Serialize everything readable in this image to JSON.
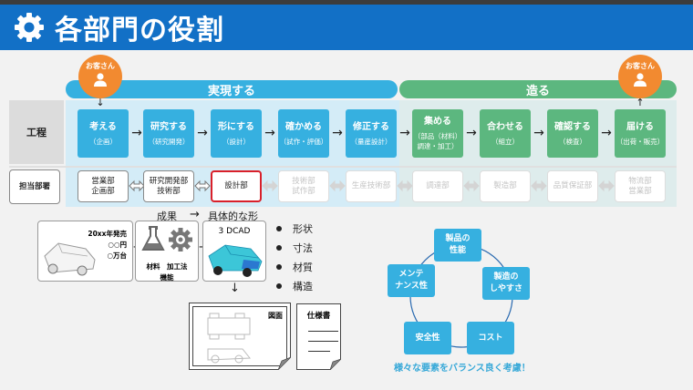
{
  "header": {
    "title": "各部門の役割",
    "icon": "gear-icon"
  },
  "phases": [
    {
      "label": "実現する",
      "color": "#36b0e0"
    },
    {
      "label": "造る",
      "color": "#5cb77f"
    }
  ],
  "row_labels": {
    "process": "工程",
    "departments": "担当部署"
  },
  "customer": {
    "label": "お客さん",
    "icon": "person-icon",
    "color": "#f28a30"
  },
  "steps": [
    {
      "title": "考える",
      "sub": "（企画）"
    },
    {
      "title": "研究する",
      "sub": "（研究開発）"
    },
    {
      "title": "形にする",
      "sub": "（設計）"
    },
    {
      "title": "確かめる",
      "sub": "（試作・評価）"
    },
    {
      "title": "修正する",
      "sub": "（量産設計）"
    },
    {
      "title": "集める",
      "sub": "（部品（材料）\n調達・加工）"
    },
    {
      "title": "合わせる",
      "sub": "（組立）"
    },
    {
      "title": "確認する",
      "sub": "（検査）"
    },
    {
      "title": "届ける",
      "sub": "（出荷・販売）"
    }
  ],
  "departments": [
    {
      "label": "営業部\n企画部",
      "state": "normal"
    },
    {
      "label": "研究開発部\n技術部",
      "state": "normal"
    },
    {
      "label": "設計部",
      "state": "active"
    },
    {
      "label": "技術部\n試作部",
      "state": "faded"
    },
    {
      "label": "生産技術部",
      "state": "faded"
    },
    {
      "label": "調達部",
      "state": "faded"
    },
    {
      "label": "製造部",
      "state": "faded"
    },
    {
      "label": "品質保証部",
      "state": "faded"
    },
    {
      "label": "物流部\n営業部",
      "state": "faded"
    }
  ],
  "flow": {
    "result_label": "成果",
    "concrete_label": "具体的な形",
    "plan_box": {
      "line1": "20xx年発売",
      "line2": "○○円",
      "line3": "○万台"
    },
    "rd_box": {
      "line1": "材料　加工法",
      "line2": "機能"
    },
    "cad_box": {
      "title": "3 DCAD"
    },
    "drawing_label": "図面",
    "spec_label": "仕様書"
  },
  "attributes": [
    "形状",
    "寸法",
    "材質",
    "構造"
  ],
  "factors": [
    {
      "label": "製品の\n性能"
    },
    {
      "label": "製造の\nしやすさ"
    },
    {
      "label": "コスト"
    },
    {
      "label": "安全性"
    },
    {
      "label": "メンテ\nナンス性"
    }
  ],
  "tagline": "様々な要素をバランス良く考慮！",
  "colors": {
    "header": "#1270c6",
    "blue": "#36b0e0",
    "green": "#5cb77f",
    "orange": "#f28a30",
    "active_border": "#d9202a"
  }
}
